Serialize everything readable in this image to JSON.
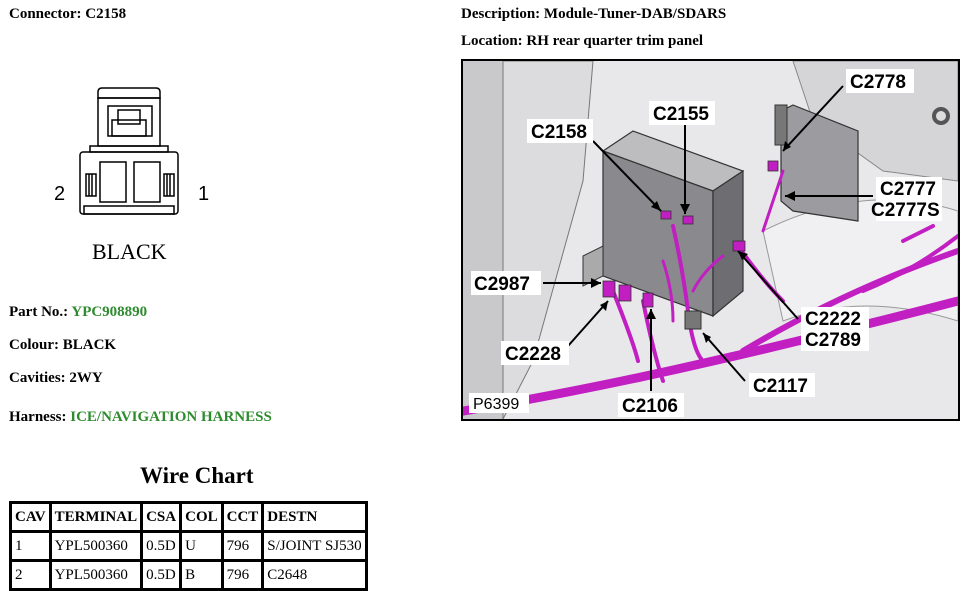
{
  "header": {
    "connector_label": "Connector:",
    "connector_value": "C2158",
    "description_label": "Description:",
    "description_value": "Module-Tuner-DAB/SDARS",
    "location_label": "Location:",
    "location_value": "RH rear quarter trim panel"
  },
  "connector_diagram": {
    "pin_left": "2",
    "pin_right": "1",
    "body_colour_label": "BLACK"
  },
  "info": {
    "part_label": "Part No.:",
    "part_value": "YPC908890",
    "colour_label": "Colour:",
    "colour_value": "BLACK",
    "cavities_label": "Cavities:",
    "cavities_value": "2WY",
    "harness_label": "Harness:",
    "harness_value": "ICE/NAVIGATION HARNESS"
  },
  "location_figure": {
    "figure_code": "P6399",
    "callouts": {
      "c2158": "C2158",
      "c2155": "C2155",
      "c2778": "C2778",
      "c2777": "C2777",
      "c2777s": "C2777S",
      "c2987": "C2987",
      "c2222": "C2222",
      "c2789": "C2789",
      "c2228": "C2228",
      "c2117": "C2117",
      "c2106": "C2106"
    }
  },
  "wire_chart": {
    "title": "Wire Chart",
    "headers": [
      "CAV",
      "TERMINAL",
      "CSA",
      "COL",
      "CCT",
      "DESTN"
    ],
    "rows": [
      [
        "1",
        "YPL500360",
        "0.5D",
        "U",
        "796",
        "S/JOINT SJ530"
      ],
      [
        "2",
        "YPL500360",
        "0.5D",
        "B",
        "796",
        "C2648"
      ]
    ]
  },
  "colors": {
    "accent_green": "#2e8b2e",
    "harness_magenta": "#c21fc2"
  }
}
